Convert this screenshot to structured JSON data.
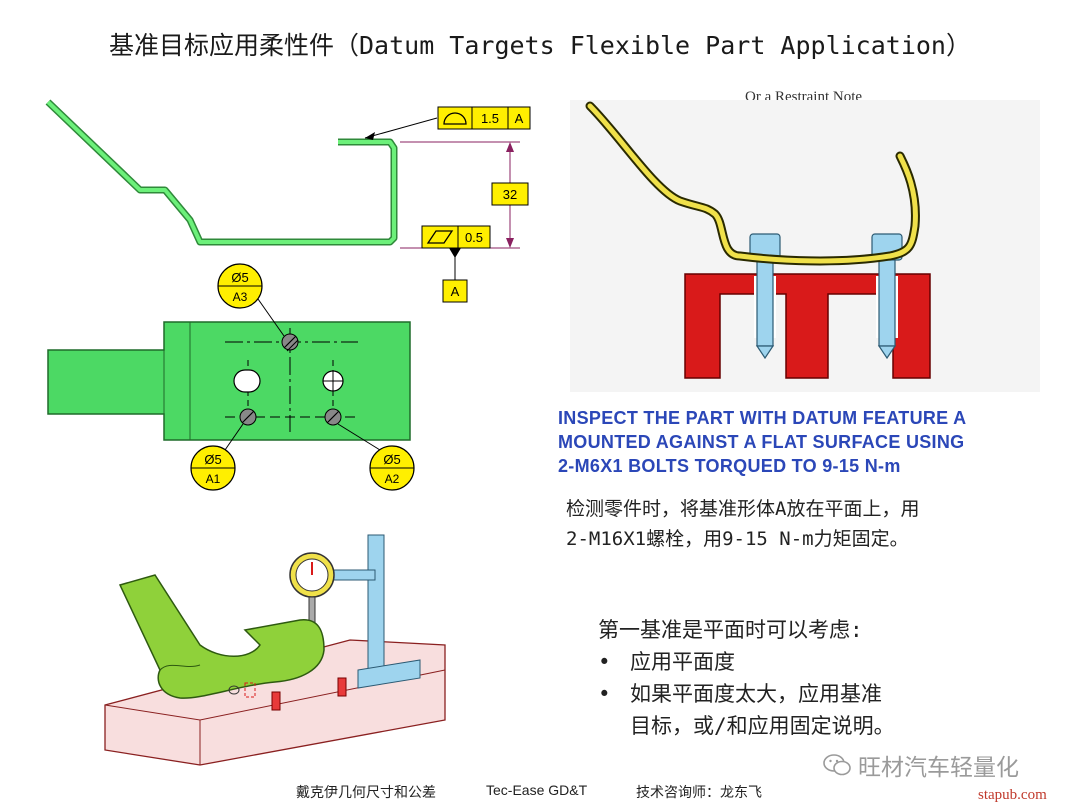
{
  "title": "基准目标应用柔性件（Datum Targets Flexible Part Application）",
  "fcf_top": {
    "tolerance": "1.5",
    "datum": "A"
  },
  "dim_height": "32",
  "fcf_bottom": {
    "tolerance": "0.5"
  },
  "datum_a_label": "A",
  "targets": [
    {
      "size": "Ø5",
      "name": "A3"
    },
    {
      "size": "Ø5",
      "name": "A1"
    },
    {
      "size": "Ø5",
      "name": "A2"
    }
  ],
  "restraint_caption": "Or a Restraint Note",
  "inspect_note_lines": [
    "INSPECT THE PART WITH DATUM FEATURE A",
    "MOUNTED AGAINST A FLAT SURFACE USING",
    "2-M6X1 BOLTS TORQUED TO 9-15 N-m"
  ],
  "cn_inspect_lines": [
    "检测零件时，将基准形体A放在平面上，用",
    "2-M16X1螺栓，用9-15 N-m力矩固定。"
  ],
  "cn_consider": {
    "heading": "第一基准是平面时可以考虑:",
    "bullets": [
      "应用平面度",
      "如果平面度太大，应用基准",
      "目标，或/和应用固定说明。"
    ]
  },
  "footer": {
    "left": "戴克伊几何尺寸和公差",
    "middle": "Tec-Ease GD&T",
    "right": "技术咨询师：龙东飞"
  },
  "watermark": "旺材汽车轻量化",
  "site": "stapub.com",
  "colors": {
    "part_green": "#4cd964",
    "gauge_green": "#8fd13a",
    "fixture_red": "#d91a1a",
    "bolt_blue": "#9ed4ee",
    "fcf_yellow": "#ffef00",
    "note_blue": "#2b47b8",
    "pink_base": "#f8dede"
  }
}
